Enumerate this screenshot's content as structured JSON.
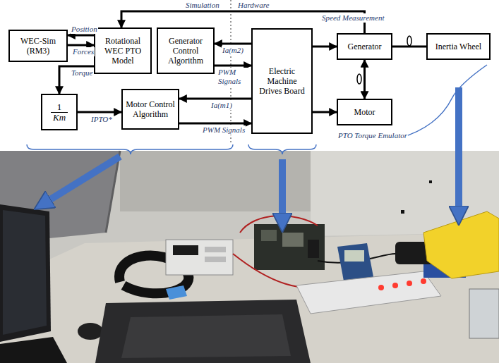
{
  "diagram": {
    "nodes": [
      {
        "text": [
          "WEC-Sim (RM3)"
        ]
      },
      {
        "text": [
          "Rotational WEC PTO Model"
        ]
      },
      {
        "text": [
          "Generator Control Algorithm"
        ]
      },
      {
        "text": [
          "Electric Machine Drives Board"
        ]
      },
      {
        "text": [
          "Generator"
        ]
      },
      {
        "text": [
          "Inertia Wheel"
        ]
      },
      {
        "text": [
          "1",
          "Km"
        ]
      },
      {
        "text": [
          "Motor Control Algorithm"
        ]
      },
      {
        "text": [
          "Motor"
        ]
      }
    ],
    "edges": [
      {
        "from": 1,
        "to": 0,
        "label": "Position",
        "arrow": "to"
      },
      {
        "from": 0,
        "to": 1,
        "label": "Forces",
        "arrow": "to"
      },
      {
        "from": 1,
        "to": 6,
        "label": "Torque",
        "arrow": "to"
      },
      {
        "from": 6,
        "to": 7,
        "label": "IPTO*",
        "arrow": "to"
      },
      {
        "from": 3,
        "to": 2,
        "label": "Ia(m2)",
        "arrow": "to"
      },
      {
        "from": 2,
        "to": 3,
        "label": "PWM Signals",
        "arrow": "to"
      },
      {
        "from": 3,
        "to": 7,
        "label": "Ia(m1)",
        "arrow": "to"
      },
      {
        "from": 7,
        "to": 3,
        "label": "PWM Signals",
        "arrow": "to"
      },
      {
        "from": 3,
        "to": 4,
        "arrow": "to"
      },
      {
        "from": 3,
        "to": 8,
        "arrow": "to"
      },
      {
        "from": 4,
        "to": 1,
        "label": "Speed Measurement",
        "arrow": "to"
      },
      {
        "from": 4,
        "to": 8,
        "arrow": "both"
      },
      {
        "from": 4,
        "to": 5,
        "arrow": "none"
      }
    ],
    "labels": [
      "Simulation",
      "Hardware",
      "PTO Torque Emulator"
    ]
  }
}
